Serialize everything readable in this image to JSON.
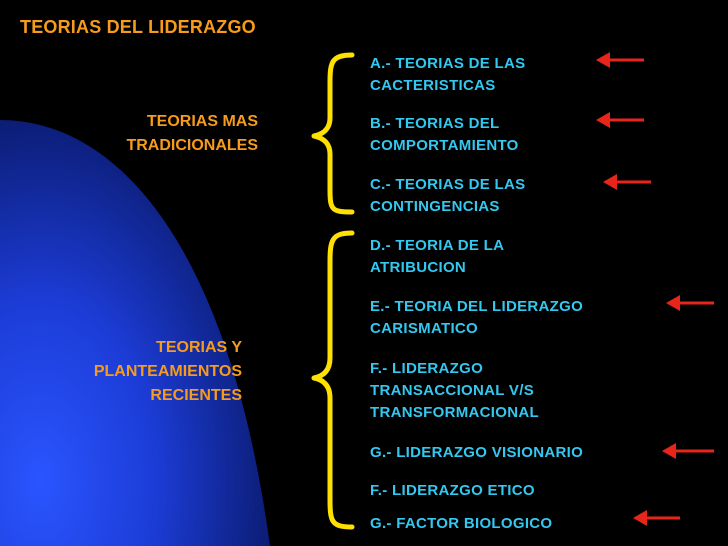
{
  "title": "TEORIAS DEL LIDERAZGO",
  "groups": [
    {
      "label_lines": [
        "TEORIAS MAS",
        "TRADICIONALES"
      ]
    },
    {
      "label_lines": [
        "TEORIAS Y",
        "PLANTEAMIENTOS",
        "RECIENTES"
      ]
    }
  ],
  "items": [
    {
      "lines": [
        "A.- TEORIAS DE LAS",
        "CACTERISTICAS"
      ],
      "arrow": true
    },
    {
      "lines": [
        "B.- TEORIAS DEL",
        "COMPORTAMIENTO"
      ],
      "arrow": true
    },
    {
      "lines": [
        "C.- TEORIAS DE LAS",
        "CONTINGENCIAS"
      ],
      "arrow": true
    },
    {
      "lines": [
        "D.- TEORIA DE LA",
        "ATRIBUCION"
      ],
      "arrow": false
    },
    {
      "lines": [
        "E.- TEORIA DEL LIDERAZGO",
        "CARISMATICO"
      ],
      "arrow": true
    },
    {
      "lines": [
        "F.- LIDERAZGO",
        "TRANSACCIONAL V/S",
        "TRANSFORMACIONAL"
      ],
      "arrow": false
    },
    {
      "lines": [
        "G.- LIDERAZGO VISIONARIO"
      ],
      "arrow": true
    },
    {
      "lines": [
        "F.- LIDERAZGO ETICO"
      ],
      "arrow": false
    },
    {
      "lines": [
        "G.- FACTOR BIOLOGICO"
      ],
      "arrow": true
    }
  ],
  "colors": {
    "background": "#000000",
    "blue_shape": "#1a3fd0",
    "title_orange": "#f79b1c",
    "item_cyan": "#33c8f0",
    "brace_yellow": "#ffe000",
    "arrow_red": "#e8251b"
  }
}
